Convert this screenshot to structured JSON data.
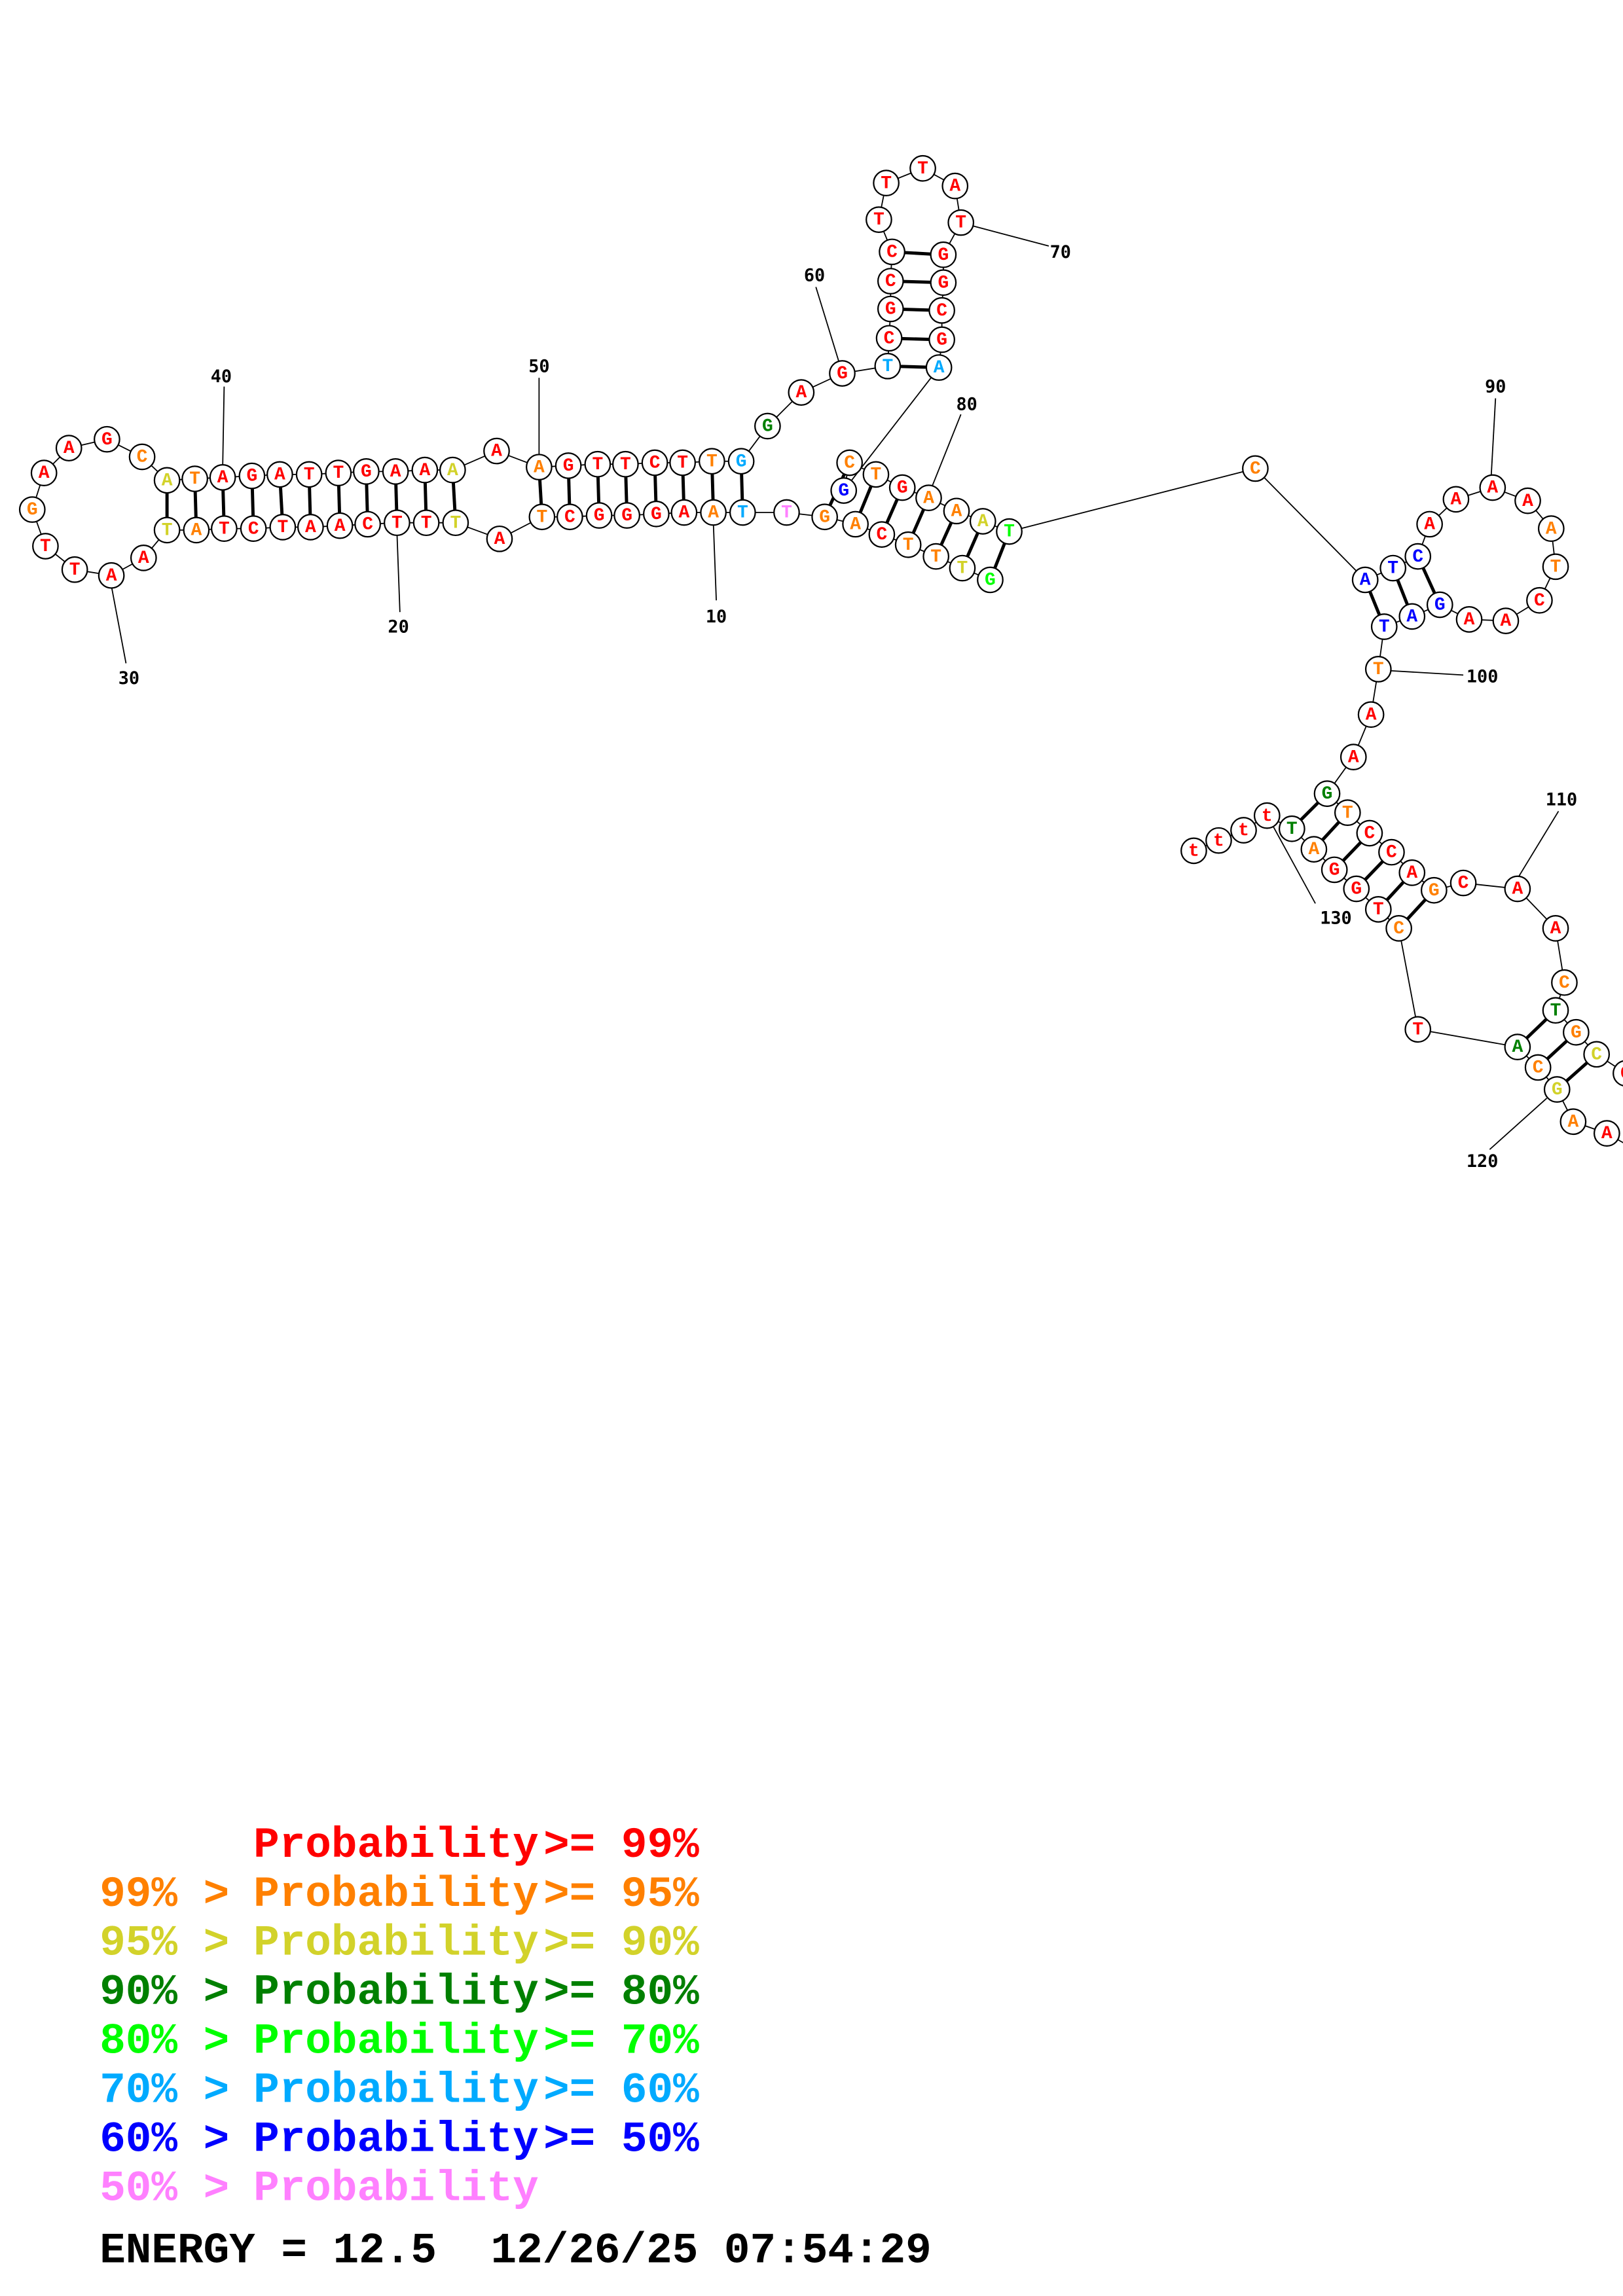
{
  "colors": {
    "R": "#ff0000",
    "O": "#ff8000",
    "Y": "#d2d22a",
    "D": "#008000",
    "L": "#00ff00",
    "C": "#00aaff",
    "B": "#0000ff",
    "P": "#ff80ff"
  },
  "nucleotides": [
    {
      "n": 1,
      "base": "G",
      "cls": "L"
    },
    {
      "n": 2,
      "base": "T",
      "cls": "Y"
    },
    {
      "n": 3,
      "base": "T",
      "cls": "O"
    },
    {
      "n": 4,
      "base": "T",
      "cls": "O"
    },
    {
      "n": 5,
      "base": "C",
      "cls": "R"
    },
    {
      "n": 6,
      "base": "A",
      "cls": "O"
    },
    {
      "n": 7,
      "base": "G",
      "cls": "O"
    },
    {
      "n": 8,
      "base": "T",
      "cls": "P"
    },
    {
      "n": 9,
      "base": "T",
      "cls": "C"
    },
    {
      "n": 10,
      "base": "A",
      "cls": "O"
    },
    {
      "n": 11,
      "base": "A",
      "cls": "R"
    },
    {
      "n": 12,
      "base": "G",
      "cls": "R"
    },
    {
      "n": 13,
      "base": "G",
      "cls": "R"
    },
    {
      "n": 14,
      "base": "G",
      "cls": "R"
    },
    {
      "n": 15,
      "base": "C",
      "cls": "R"
    },
    {
      "n": 16,
      "base": "T",
      "cls": "O"
    },
    {
      "n": 17,
      "base": "A",
      "cls": "R"
    },
    {
      "n": 18,
      "base": "T",
      "cls": "Y"
    },
    {
      "n": 19,
      "base": "T",
      "cls": "R"
    },
    {
      "n": 20,
      "base": "T",
      "cls": "R"
    },
    {
      "n": 21,
      "base": "C",
      "cls": "R"
    },
    {
      "n": 22,
      "base": "A",
      "cls": "R"
    },
    {
      "n": 23,
      "base": "A",
      "cls": "R"
    },
    {
      "n": 24,
      "base": "T",
      "cls": "R"
    },
    {
      "n": 25,
      "base": "C",
      "cls": "R"
    },
    {
      "n": 26,
      "base": "T",
      "cls": "R"
    },
    {
      "n": 27,
      "base": "A",
      "cls": "O"
    },
    {
      "n": 28,
      "base": "T",
      "cls": "Y"
    },
    {
      "n": 29,
      "base": "A",
      "cls": "R"
    },
    {
      "n": 30,
      "base": "A",
      "cls": "R"
    },
    {
      "n": 31,
      "base": "T",
      "cls": "R"
    },
    {
      "n": 32,
      "base": "T",
      "cls": "R"
    },
    {
      "n": 33,
      "base": "G",
      "cls": "O"
    },
    {
      "n": 34,
      "base": "A",
      "cls": "R"
    },
    {
      "n": 35,
      "base": "A",
      "cls": "R"
    },
    {
      "n": 36,
      "base": "G",
      "cls": "R"
    },
    {
      "n": 37,
      "base": "C",
      "cls": "O"
    },
    {
      "n": 38,
      "base": "A",
      "cls": "Y"
    },
    {
      "n": 39,
      "base": "T",
      "cls": "O"
    },
    {
      "n": 40,
      "base": "A",
      "cls": "R"
    },
    {
      "n": 41,
      "base": "G",
      "cls": "R"
    },
    {
      "n": 42,
      "base": "A",
      "cls": "R"
    },
    {
      "n": 43,
      "base": "T",
      "cls": "R"
    },
    {
      "n": 44,
      "base": "T",
      "cls": "R"
    },
    {
      "n": 45,
      "base": "G",
      "cls": "R"
    },
    {
      "n": 46,
      "base": "A",
      "cls": "R"
    },
    {
      "n": 47,
      "base": "A",
      "cls": "R"
    },
    {
      "n": 48,
      "base": "A",
      "cls": "Y"
    },
    {
      "n": 49,
      "base": "A",
      "cls": "R"
    },
    {
      "n": 50,
      "base": "A",
      "cls": "O"
    },
    {
      "n": 51,
      "base": "G",
      "cls": "R"
    },
    {
      "n": 52,
      "base": "T",
      "cls": "R"
    },
    {
      "n": 53,
      "base": "T",
      "cls": "R"
    },
    {
      "n": 54,
      "base": "C",
      "cls": "R"
    },
    {
      "n": 55,
      "base": "T",
      "cls": "R"
    },
    {
      "n": 56,
      "base": "T",
      "cls": "O"
    },
    {
      "n": 57,
      "base": "G",
      "cls": "C"
    },
    {
      "n": 58,
      "base": "G",
      "cls": "D"
    },
    {
      "n": 59,
      "base": "A",
      "cls": "R"
    },
    {
      "n": 60,
      "base": "G",
      "cls": "R"
    },
    {
      "n": 61,
      "base": "T",
      "cls": "C"
    },
    {
      "n": 62,
      "base": "C",
      "cls": "R"
    },
    {
      "n": 63,
      "base": "G",
      "cls": "R"
    },
    {
      "n": 64,
      "base": "C",
      "cls": "R"
    },
    {
      "n": 65,
      "base": "C",
      "cls": "R"
    },
    {
      "n": 66,
      "base": "T",
      "cls": "R"
    },
    {
      "n": 67,
      "base": "T",
      "cls": "R"
    },
    {
      "n": 68,
      "base": "T",
      "cls": "R"
    },
    {
      "n": 69,
      "base": "A",
      "cls": "R"
    },
    {
      "n": 70,
      "base": "T",
      "cls": "R"
    },
    {
      "n": 71,
      "base": "G",
      "cls": "R"
    },
    {
      "n": 72,
      "base": "G",
      "cls": "R"
    },
    {
      "n": 73,
      "base": "C",
      "cls": "R"
    },
    {
      "n": 74,
      "base": "G",
      "cls": "R"
    },
    {
      "n": 75,
      "base": "A",
      "cls": "C"
    },
    {
      "n": 76,
      "base": "G",
      "cls": "B"
    },
    {
      "n": 77,
      "base": "C",
      "cls": "O"
    },
    {
      "n": 78,
      "base": "T",
      "cls": "O"
    },
    {
      "n": 79,
      "base": "G",
      "cls": "R"
    },
    {
      "n": 80,
      "base": "A",
      "cls": "O"
    },
    {
      "n": 81,
      "base": "A",
      "cls": "O"
    },
    {
      "n": 82,
      "base": "A",
      "cls": "Y"
    },
    {
      "n": 83,
      "base": "T",
      "cls": "L"
    },
    {
      "n": 84,
      "base": "C",
      "cls": "O"
    },
    {
      "n": 85,
      "base": "A",
      "cls": "B"
    },
    {
      "n": 86,
      "base": "T",
      "cls": "B"
    },
    {
      "n": 87,
      "base": "C",
      "cls": "B"
    },
    {
      "n": 88,
      "base": "A",
      "cls": "R"
    },
    {
      "n": 89,
      "base": "A",
      "cls": "R"
    },
    {
      "n": 90,
      "base": "A",
      "cls": "R"
    },
    {
      "n": 91,
      "base": "A",
      "cls": "R"
    },
    {
      "n": 92,
      "base": "A",
      "cls": "O"
    },
    {
      "n": 93,
      "base": "T",
      "cls": "O"
    },
    {
      "n": 94,
      "base": "C",
      "cls": "R"
    },
    {
      "n": 95,
      "base": "A",
      "cls": "R"
    },
    {
      "n": 96,
      "base": "A",
      "cls": "R"
    },
    {
      "n": 97,
      "base": "G",
      "cls": "B"
    },
    {
      "n": 98,
      "base": "A",
      "cls": "B"
    },
    {
      "n": 99,
      "base": "T",
      "cls": "B"
    },
    {
      "n": 100,
      "base": "T",
      "cls": "O"
    },
    {
      "n": 101,
      "base": "A",
      "cls": "R"
    },
    {
      "n": 102,
      "base": "A",
      "cls": "R"
    },
    {
      "n": 103,
      "base": "G",
      "cls": "D"
    },
    {
      "n": 104,
      "base": "T",
      "cls": "O"
    },
    {
      "n": 105,
      "base": "C",
      "cls": "R"
    },
    {
      "n": 106,
      "base": "C",
      "cls": "R"
    },
    {
      "n": 107,
      "base": "A",
      "cls": "R"
    },
    {
      "n": 108,
      "base": "G",
      "cls": "O"
    },
    {
      "n": 109,
      "base": "C",
      "cls": "R"
    },
    {
      "n": 110,
      "base": "A",
      "cls": "R"
    },
    {
      "n": 111,
      "base": "A",
      "cls": "R"
    },
    {
      "n": 112,
      "base": "C",
      "cls": "O"
    },
    {
      "n": 113,
      "base": "T",
      "cls": "D"
    },
    {
      "n": 114,
      "base": "G",
      "cls": "O"
    },
    {
      "n": 115,
      "base": "C",
      "cls": "Y"
    },
    {
      "n": 116,
      "base": "C",
      "cls": "R"
    },
    {
      "n": 118,
      "base": "A",
      "cls": "R"
    },
    {
      "n": 119,
      "base": "A",
      "cls": "O"
    },
    {
      "n": 120,
      "base": "G",
      "cls": "Y"
    },
    {
      "n": 121,
      "base": "C",
      "cls": "O"
    },
    {
      "n": 122,
      "base": "A",
      "cls": "D"
    },
    {
      "n": 123,
      "base": "T",
      "cls": "R"
    },
    {
      "n": 124,
      "base": "C",
      "cls": "O"
    },
    {
      "n": 125,
      "base": "T",
      "cls": "R"
    },
    {
      "n": 126,
      "base": "G",
      "cls": "R"
    },
    {
      "n": 127,
      "base": "G",
      "cls": "R"
    },
    {
      "n": 128,
      "base": "A",
      "cls": "O"
    },
    {
      "n": 129,
      "base": "T",
      "cls": "D"
    },
    {
      "n": 130,
      "base": "t",
      "cls": "R"
    },
    {
      "n": 131,
      "base": "t",
      "cls": "R"
    },
    {
      "n": 132,
      "base": "t",
      "cls": "R"
    },
    {
      "n": 133,
      "base": "t",
      "cls": "R"
    }
  ],
  "pairs": [
    [
      9,
      57
    ],
    [
      10,
      56
    ],
    [
      11,
      55
    ],
    [
      12,
      54
    ],
    [
      13,
      53
    ],
    [
      14,
      52
    ],
    [
      15,
      51
    ],
    [
      16,
      50
    ],
    [
      18,
      48
    ],
    [
      19,
      47
    ],
    [
      20,
      46
    ],
    [
      21,
      45
    ],
    [
      22,
      44
    ],
    [
      23,
      43
    ],
    [
      24,
      42
    ],
    [
      25,
      41
    ],
    [
      26,
      40
    ],
    [
      27,
      39
    ],
    [
      28,
      38
    ],
    [
      61,
      75
    ],
    [
      62,
      74
    ],
    [
      63,
      73
    ],
    [
      64,
      72
    ],
    [
      65,
      71
    ],
    [
      7,
      77
    ],
    [
      6,
      78
    ],
    [
      5,
      79
    ],
    [
      4,
      80
    ],
    [
      3,
      81
    ],
    [
      2,
      82
    ],
    [
      1,
      83
    ],
    [
      85,
      99
    ],
    [
      86,
      98
    ],
    [
      87,
      97
    ],
    [
      103,
      129
    ],
    [
      104,
      128
    ],
    [
      105,
      127
    ],
    [
      106,
      126
    ],
    [
      107,
      125
    ],
    [
      108,
      124
    ],
    [
      113,
      122
    ],
    [
      114,
      121
    ],
    [
      115,
      120
    ]
  ],
  "position_labels": [
    "10",
    "20",
    "30",
    "40",
    "50",
    "60",
    "70",
    "80",
    "90",
    "100",
    "110",
    "120",
    "130"
  ],
  "legend": [
    {
      "prefix": "",
      "label": "Probability",
      "threshold": ">= 99%",
      "cls": "R"
    },
    {
      "prefix": "99% >",
      "label": "Probability",
      "threshold": ">= 95%",
      "cls": "O"
    },
    {
      "prefix": "95% >",
      "label": "Probability",
      "threshold": ">= 90%",
      "cls": "Y"
    },
    {
      "prefix": "90% >",
      "label": "Probability",
      "threshold": ">= 80%",
      "cls": "D"
    },
    {
      "prefix": "80% >",
      "label": "Probability",
      "threshold": ">= 70%",
      "cls": "L"
    },
    {
      "prefix": "70% >",
      "label": "Probability",
      "threshold": ">= 60%",
      "cls": "C"
    },
    {
      "prefix": "60% >",
      "label": "Probability",
      "threshold": ">= 50%",
      "cls": "B"
    },
    {
      "prefix": "50% >",
      "label": "Probability",
      "threshold": "",
      "cls": "P"
    }
  ],
  "footer": {
    "energy": "ENERGY = 12.5",
    "timestamp": "12/26/25 07:54:29"
  }
}
